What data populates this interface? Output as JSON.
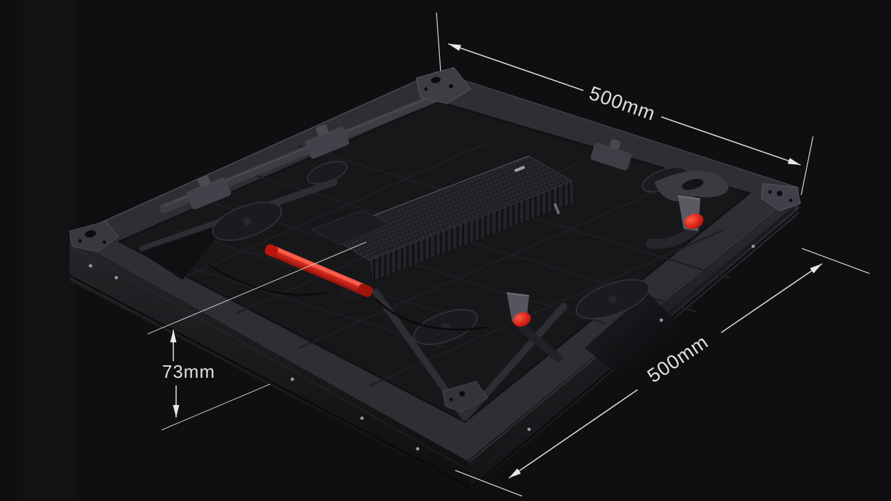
{
  "figure": {
    "type": "product-dimension-diagram"
  },
  "dimensions": {
    "width_label": "500mm",
    "depth_label": "500mm",
    "height_label": "73mm"
  },
  "colors": {
    "background": "#0f0f11",
    "annotation_line": "#dbdbdb",
    "annotation_text": "#e0e0e0",
    "panel_frame": "#2e2e33",
    "panel_interior": "#17171a",
    "accent_red": "#d8281f"
  }
}
